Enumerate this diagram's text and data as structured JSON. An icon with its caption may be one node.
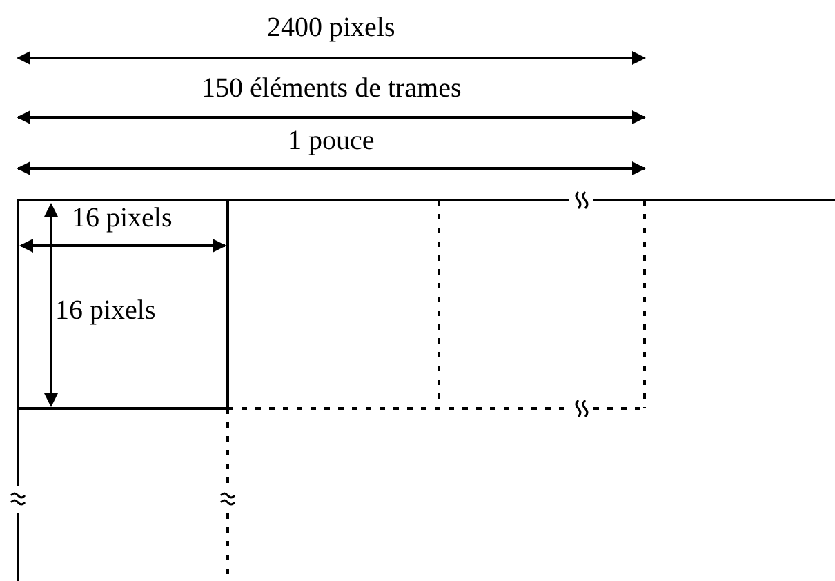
{
  "diagram": {
    "labels": [
      "2400 pixels",
      "150 éléments de trames",
      "1 pouce",
      "16 pixels",
      "16 pixels"
    ]
  }
}
